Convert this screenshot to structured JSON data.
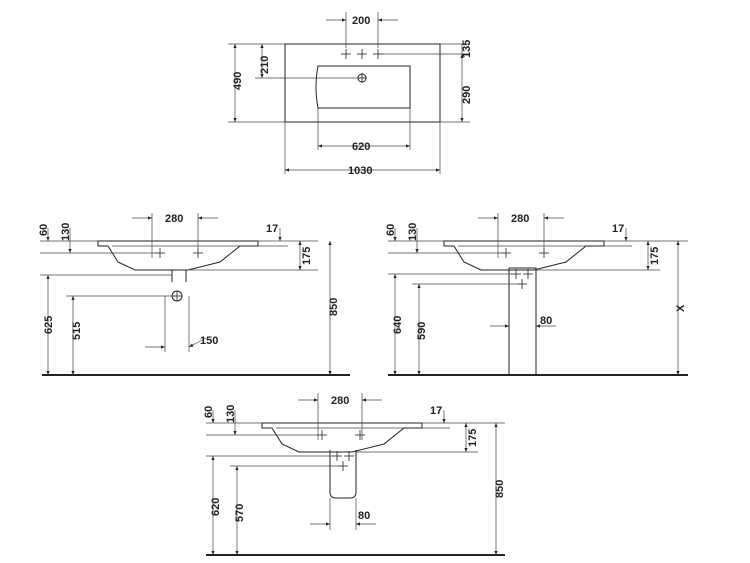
{
  "top_view": {
    "dims": {
      "d200": "200",
      "d135": "135",
      "d210": "210",
      "d490": "490",
      "d290": "290",
      "d620": "620",
      "d1030": "1030"
    }
  },
  "side_wall": {
    "dims": {
      "d280": "280",
      "d60": "60",
      "d130": "130",
      "d17": "17",
      "d175": "175",
      "d850": "850",
      "d625": "625",
      "d515": "515",
      "d150": "150"
    }
  },
  "side_pedestal": {
    "dims": {
      "d280": "280",
      "d60": "60",
      "d130": "130",
      "d17": "17",
      "d175": "175",
      "d640": "640",
      "d590": "590",
      "d80": "80",
      "dx": "X"
    }
  },
  "side_semi": {
    "dims": {
      "d280": "280",
      "d60": "60",
      "d130": "130",
      "d17": "17",
      "d175": "175",
      "d850": "850",
      "d620": "620",
      "d570": "570",
      "d80": "80"
    }
  }
}
